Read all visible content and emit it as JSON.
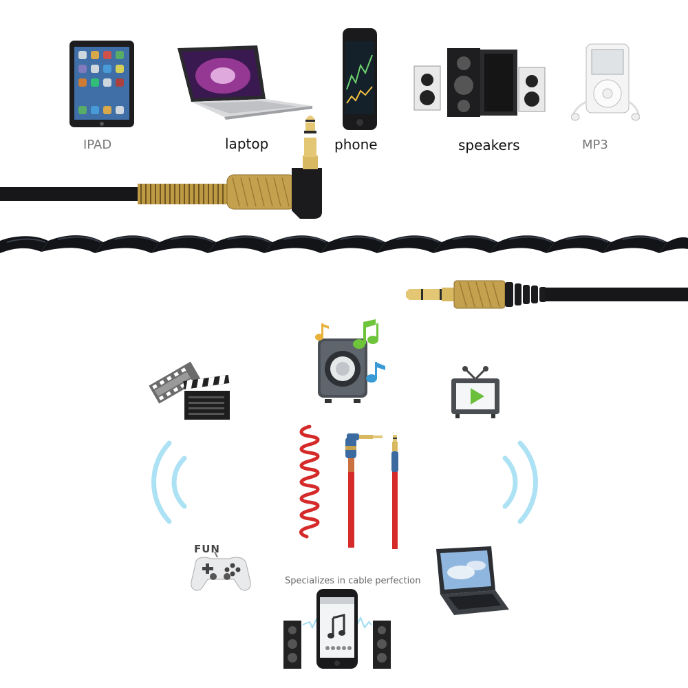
{
  "devices": {
    "ipad": "IPAD",
    "laptop": "laptop",
    "phone": "phone",
    "speakers": "speakers",
    "mp3": "MP3"
  },
  "fun_label": "FUN",
  "tagline": "Specializes in cable perfection",
  "colors": {
    "cable_black": "#16161a",
    "gold": "#c9a64a",
    "red_cable": "#d52a2a",
    "blue_plug": "#3a6aa0",
    "signal_blue": "#8fd3ef",
    "tv_green": "#6cbf3b"
  }
}
